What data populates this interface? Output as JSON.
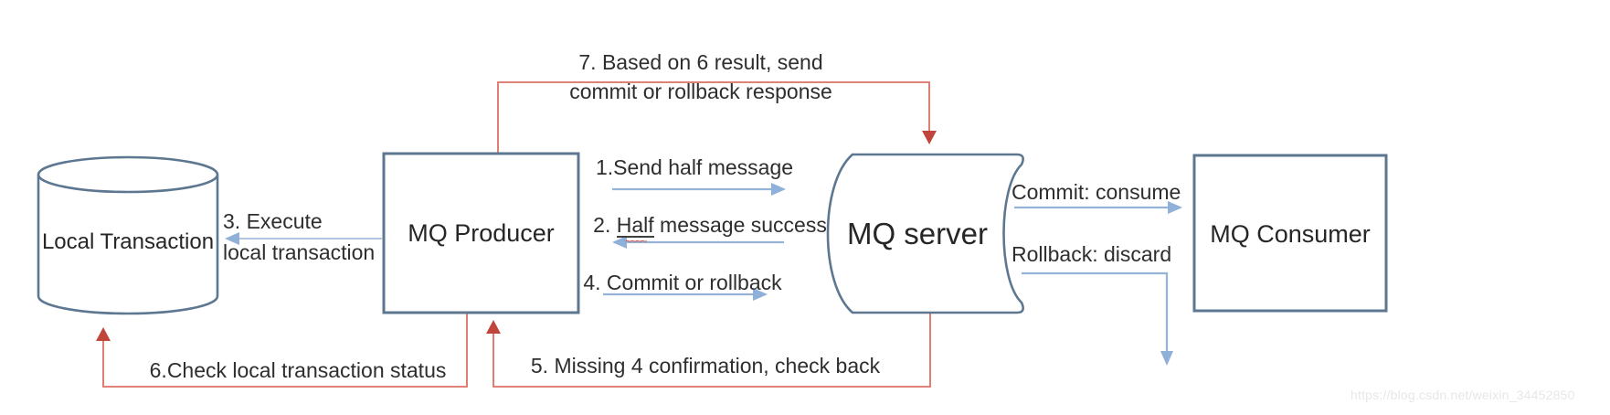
{
  "diagram": {
    "nodes": {
      "local_transaction": "Local Transaction",
      "mq_producer": "MQ Producer",
      "mq_server": "MQ server",
      "mq_consumer": "MQ Consumer"
    },
    "edges": {
      "send_half_message": "1.Send half message",
      "half_message_success_prefix": "2. ",
      "half_message_success_word": "Half",
      "half_message_success_suffix": " message success",
      "execute_local_line1": "3. Execute",
      "execute_local_line2": "local transaction",
      "commit_or_rollback": "4. Commit or rollback",
      "missing_confirmation_check_back": "5. Missing 4 confirmation, check back",
      "check_local_transaction_status": "6.Check local transaction status",
      "based_on_result_line1": "7. Based on 6 result, send",
      "based_on_result_line2": "commit or rollback response",
      "commit_consume": "Commit: consume",
      "rollback_discard": "Rollback: discard"
    },
    "colors": {
      "node_border": "#5d7791",
      "blue_arrow": "#95b3d7",
      "blue_arrowhead": "#8fb0d9",
      "red_arrow": "#dd7065",
      "red_arrowhead": "#c0453a",
      "text": "#2e2e2e",
      "squiggle": "#cf4a3d"
    },
    "watermark": "https://blog.csdn.net/weixin_34452850"
  }
}
